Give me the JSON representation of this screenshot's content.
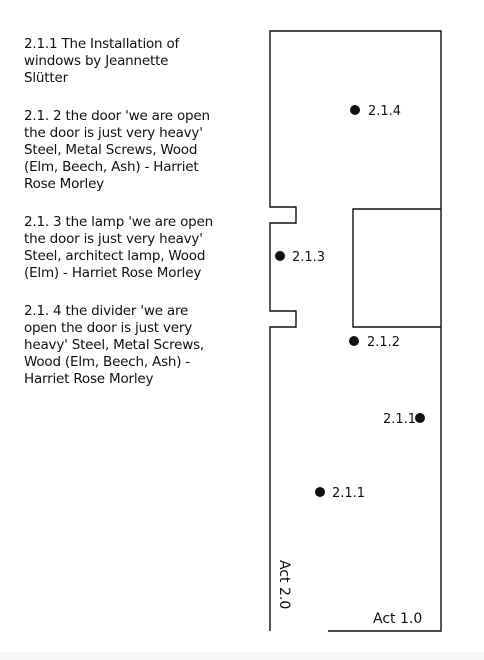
{
  "legend": [
    {
      "id": "2.1.1",
      "text": "2.1.1  The Installation of\nwindows by Jeannette\nSlütter"
    },
    {
      "id": "2.1.2",
      "text": "2.1. 2 the door 'we are open\nthe door is just very heavy'\nSteel, Metal Screws, Wood\n(Elm, Beech, Ash) - Harriet\nRose Morley"
    },
    {
      "id": "2.1.3",
      "text": "2.1. 3 the lamp 'we are open\nthe door is just very heavy'\nSteel, architect lamp, Wood\n(Elm) - Harriet Rose Morley"
    },
    {
      "id": "2.1.4",
      "text": "2.1. 4 the divider 'we are\nopen the door is just very\nheavy' Steel, Metal Screws,\nWood (Elm, Beech, Ash) -\nHarriet Rose Morley"
    }
  ],
  "markers": [
    {
      "label": "2.1.4"
    },
    {
      "label": "2.1.3"
    },
    {
      "label": "2.1.2"
    },
    {
      "label": "2.1.1"
    },
    {
      "label": "2.1.1"
    }
  ],
  "acts": {
    "act2": "Act 2.0",
    "act1": "Act 1.0"
  },
  "colors": {
    "ink": "#111111",
    "background": "#ffffff"
  }
}
